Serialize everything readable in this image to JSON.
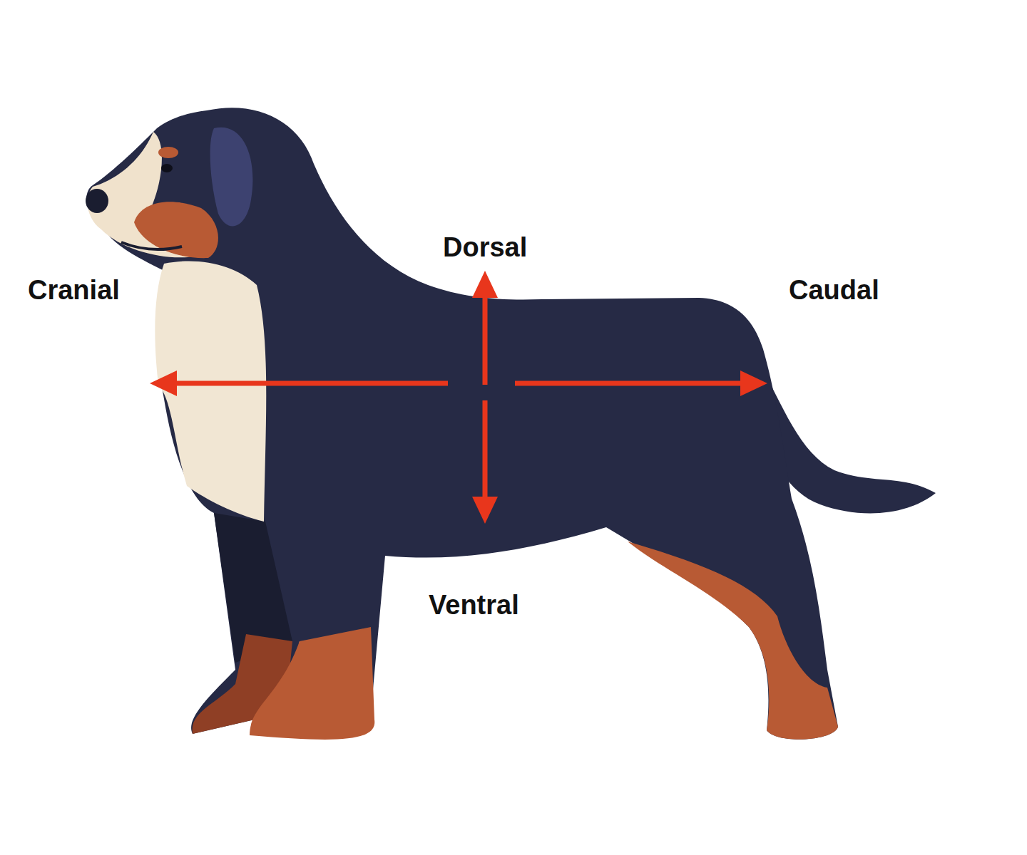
{
  "diagram": {
    "labels": [
      "Dorsal",
      "Cranial",
      "Caudal",
      "Ventral"
    ]
  }
}
